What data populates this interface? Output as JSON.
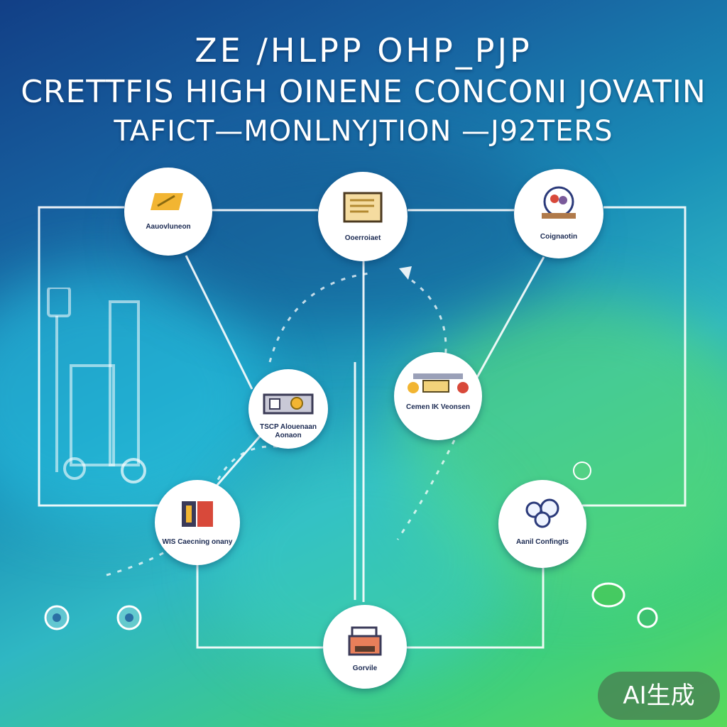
{
  "title": {
    "line1": "ZE /HLPP OHP_PJP",
    "line2": "CRETTFIS HIGH OINENE CONCONI JOVATIN",
    "line3": "TAFICT—MONLNYJTION —J92TERS"
  },
  "nodes": [
    {
      "id": "top-left",
      "label": "Aauovluneon",
      "icon": "ticket-icon"
    },
    {
      "id": "top-center",
      "label": "Ooerroiaet",
      "icon": "document-screen-icon"
    },
    {
      "id": "top-right",
      "label": "Coignaotin",
      "icon": "globe-people-icon"
    },
    {
      "id": "mid-left",
      "label": "TSCP Alouenaan Aonaon",
      "icon": "device-coin-icon"
    },
    {
      "id": "mid-right",
      "label": "Cemen IK Veonsen",
      "icon": "machine-icon"
    },
    {
      "id": "bottom-left",
      "label": "WIS Caecning onany",
      "icon": "server-rack-icon"
    },
    {
      "id": "bottom-right",
      "label": "Aanil Confingts",
      "icon": "cloud-network-icon"
    },
    {
      "id": "bottom-center",
      "label": "Gorvile",
      "icon": "printer-icon"
    }
  ],
  "badge": {
    "text": "AI生成"
  },
  "colors": {
    "wire": "#ffffff",
    "node_text": "#1b2a52",
    "accent_gold": "#f2b532",
    "accent_red": "#d8493a"
  }
}
